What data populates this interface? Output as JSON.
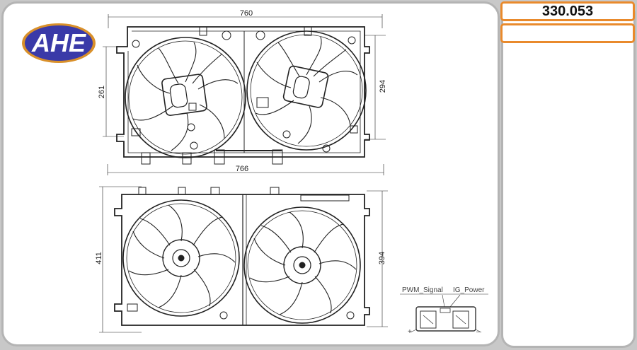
{
  "brand": {
    "logo_text": "AHE",
    "logo_fill": "#3a3aa8",
    "logo_ring": "#d9902a"
  },
  "part_number": "330.053",
  "secondary_field": "",
  "accent_color": "#e98a2c",
  "top_view": {
    "width_top": "760",
    "width_bottom": "766",
    "height_left": "261",
    "height_right": "294"
  },
  "front_view": {
    "height_left": "411",
    "height_right": "394"
  },
  "connector": {
    "pin_a": "PWM_Signal",
    "pin_b": "IG_Power",
    "plus": "+",
    "minus": "–"
  }
}
